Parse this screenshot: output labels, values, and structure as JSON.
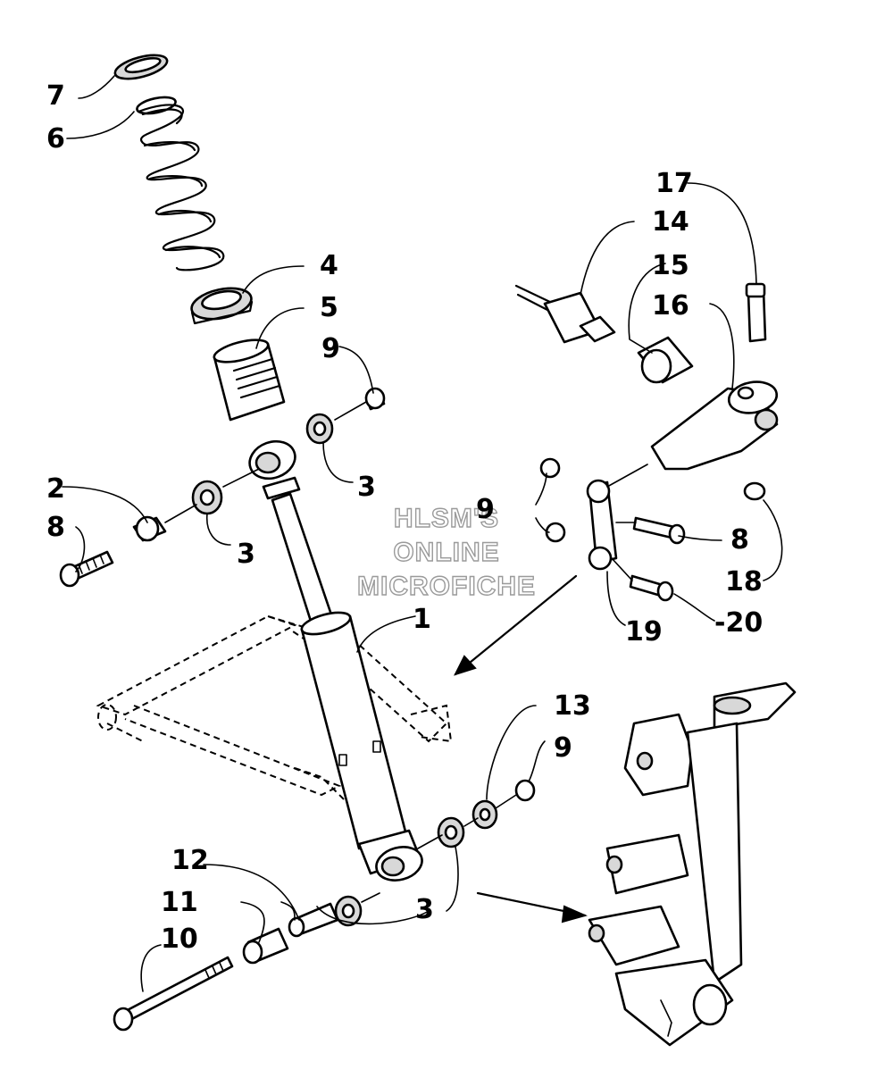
{
  "watermark": {
    "line1": "HLSM'S",
    "line2": "ONLINE",
    "line3": "MICROFICHE"
  },
  "callouts": [
    {
      "id": "1",
      "label": "1"
    },
    {
      "id": "2",
      "label": "2"
    },
    {
      "id": "3a",
      "label": "3"
    },
    {
      "id": "3b",
      "label": "3"
    },
    {
      "id": "3c",
      "label": "3"
    },
    {
      "id": "4",
      "label": "4"
    },
    {
      "id": "5",
      "label": "5"
    },
    {
      "id": "6",
      "label": "6"
    },
    {
      "id": "7",
      "label": "7"
    },
    {
      "id": "8a",
      "label": "8"
    },
    {
      "id": "8b",
      "label": "8"
    },
    {
      "id": "9a",
      "label": "9"
    },
    {
      "id": "9b",
      "label": "9"
    },
    {
      "id": "9c",
      "label": "9"
    },
    {
      "id": "10",
      "label": "10"
    },
    {
      "id": "11",
      "label": "11"
    },
    {
      "id": "12",
      "label": "12"
    },
    {
      "id": "13",
      "label": "13"
    },
    {
      "id": "14",
      "label": "14"
    },
    {
      "id": "15",
      "label": "15"
    },
    {
      "id": "16",
      "label": "16"
    },
    {
      "id": "17",
      "label": "17"
    },
    {
      "id": "18",
      "label": "18"
    },
    {
      "id": "19",
      "label": "19"
    },
    {
      "id": "20",
      "label": "-20"
    }
  ]
}
